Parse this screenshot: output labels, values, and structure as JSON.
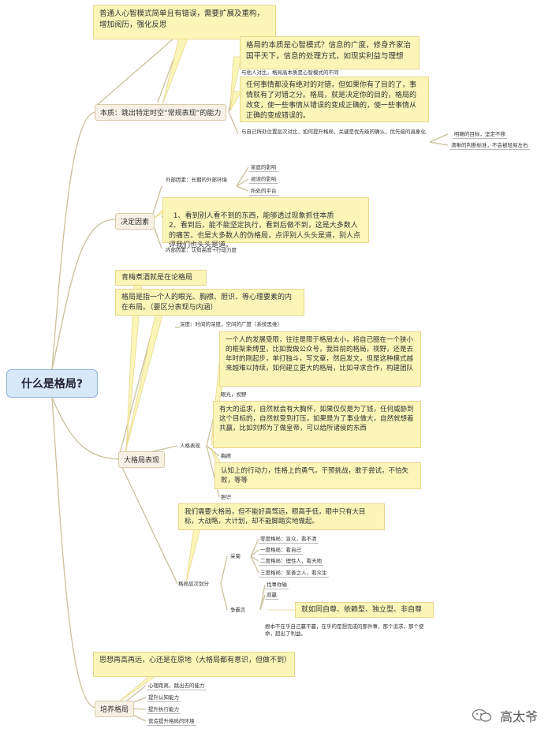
{
  "root": {
    "title": "什么是格局?"
  },
  "branch_essence": {
    "topic": "本质：跳出特定时空“常规表现”的能力",
    "note_common": "普通人心智模式简单且有错误，需要扩展及重构，增加阅历，强化反思",
    "note_nature": "格局的本质是心智模式？信息的广度，修身齐家治国平天下，信息的处理方式，如现实利益与理想",
    "label_compare_others": "与他人对比，格局高本质是心智模式的不同",
    "note_purpose": "任何事情都没有绝对的对错，但如果你有了目的了，事情就有了对错之分。格局，就是决定你的目的，格局的改变，使一些事情从错误的变成正确的，使一些事情从正确的变成错误的。",
    "label_compare_self": "与自己所处位置层次对比，如何提升格局，关键是优先级的确认，优先级的具象化",
    "leaf_goal": "明确的目标，坚定不移",
    "leaf_judgement": "清晰的判断标准，不会被轻易左右"
  },
  "branch_factors": {
    "topic": "决定因素",
    "label_external": "外部因素：长期的外部环境",
    "ext_items": [
      "家庭的影响",
      "阅读的影响",
      "所处的平台"
    ],
    "note": "1、看到别人看不到的东西，能够透过现象抓住本质\n2、看到后，能不能坚定执行，看到后做不到，这是大多数人的痛苦，也是大多数人的伪格局，点评别人头头是道，别人点评我们也头头是道。",
    "label_internal": "内部因素：认知高度+行动力度"
  },
  "branch_performance": {
    "note_qingmei": "青梅煮酒就是在论格局",
    "note_definition": "格局是指一个人的眼光、胸襟、胆识、等心理要素的内在布局。（要区分表现与内涵）",
    "topic": "大格局表现",
    "label_depth": "深度：时间的深度，空间的广度（系统思维）",
    "label_personal": "人格表现",
    "note_vision": "一个人的发展受限，往往是限于格局太小，将自己圈在一个狭小的框架束缚里，比如我做公众号，我目前的格局，视野，还是去年时的刚起步，单打独斗，写文章，然后发文，但是这种模式越来越难以持续，如何建立更大的格局，比如寻求合作，构建团队",
    "label_vision": "眼光，视野",
    "note_mind": "有大的追求，自然就会有大胸怀，如果仅仅是为了钱，任何威胁到这个目标的，自然就受到打压，如果是为了事业做大，自然就想着共赢，比如刘邦为了做皇帝，可以给所诸侯的东西",
    "label_mind": "胸襟",
    "note_courage": "认知上的行动力，性格上的勇气，干预挑战，敢于尝试，不怕失败，等等",
    "label_courage": "胆识",
    "note_balance": "我们需要大格局，但不能好高骛远，眼高手低，眼中只有大目标，大战略，大计划，却不能脚踏实地做起。",
    "label_levels": "格局层次划分",
    "label_cailin": "采菊",
    "levels": [
      "零度格局：盲众，看不清",
      "一度格局：看自己",
      "二度格局：理性人，看天地",
      "三度格局：至善之人，看众生"
    ],
    "label_zhengba": "争霸言",
    "zb_items": [
      "找事你输",
      "双赢"
    ],
    "note_zb": "就如同自尊、依赖型、独立型、非自尊",
    "text_zb": "根本不在乎自己赢不赢，在乎的是想完成的那件事，那个追求，那个使命，超出了利益。"
  },
  "branch_cultivate": {
    "note": "思想再高再远，心还是在原地（大格局都有意识，但做不到）",
    "topic": "培养格局",
    "items": [
      "心理距离，跳出去的能力",
      "提升认知能力",
      "提升执行能力",
      "营造提升格局的环境"
    ]
  },
  "watermark": {
    "text": "高太爷"
  },
  "colors": {
    "topic_bg": "#f6f1e4",
    "note_bg": "#fbf6b8",
    "root_bg": "#d7e8f7",
    "line": "#c8b98f"
  }
}
